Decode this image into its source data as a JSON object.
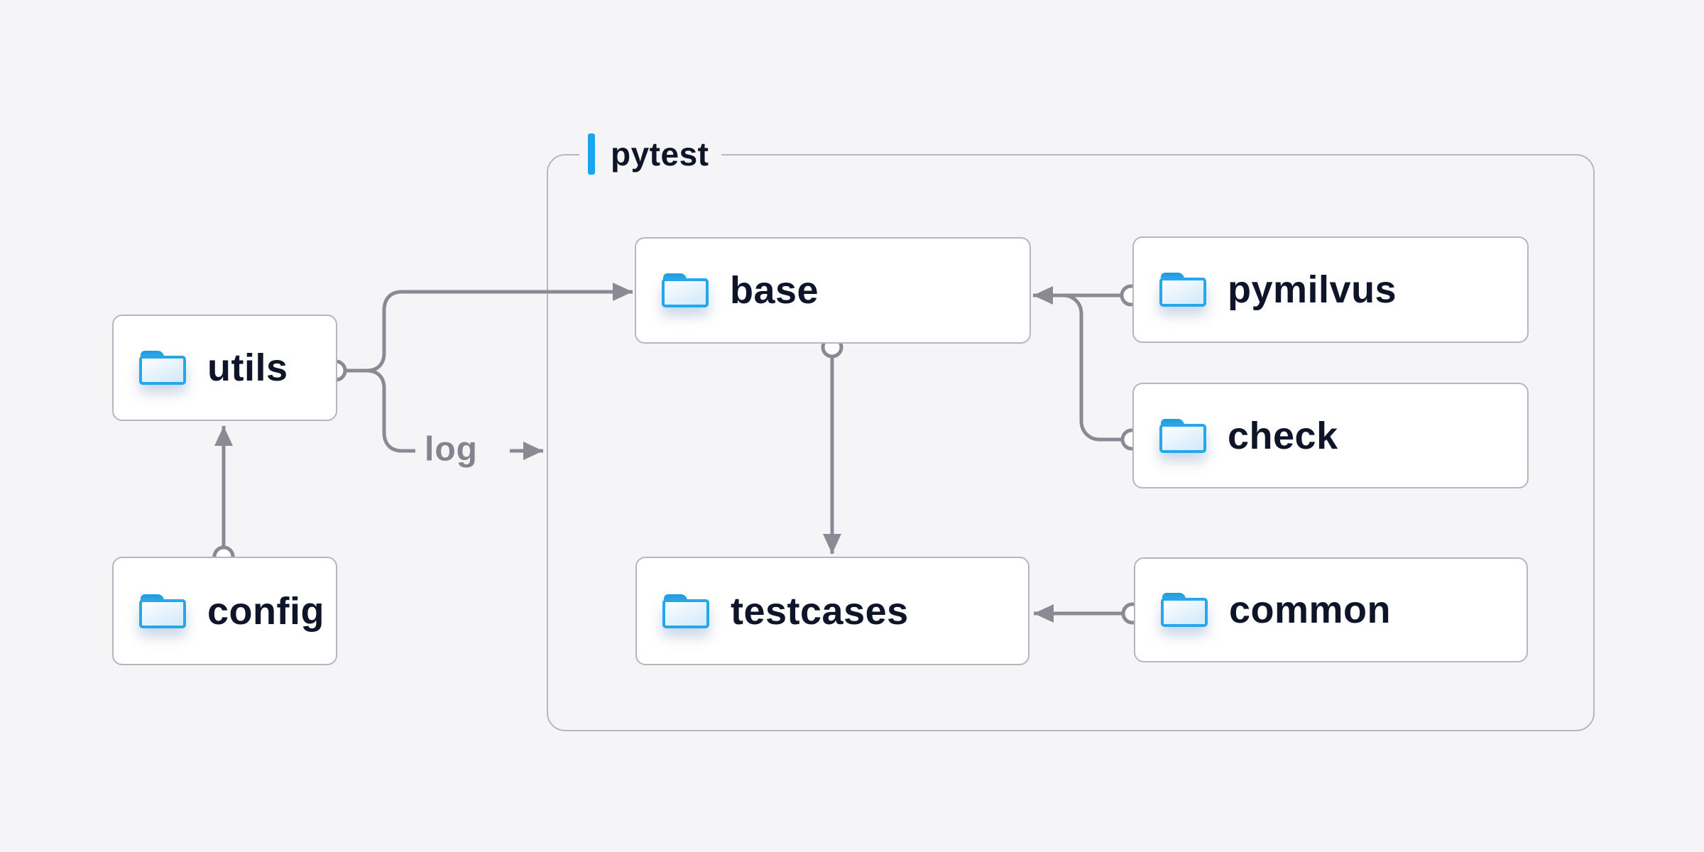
{
  "diagram": {
    "title_group": {
      "label": "pytest"
    },
    "nodes": [
      {
        "id": "utils",
        "label": "utils"
      },
      {
        "id": "config",
        "label": "config"
      },
      {
        "id": "base",
        "label": "base"
      },
      {
        "id": "pymilvus",
        "label": "pymilvus"
      },
      {
        "id": "check",
        "label": "check"
      },
      {
        "id": "testcases",
        "label": "testcases"
      },
      {
        "id": "common",
        "label": "common"
      }
    ],
    "edges": [
      {
        "from": "config",
        "to": "utils",
        "label": ""
      },
      {
        "from": "utils",
        "to": "base",
        "label": ""
      },
      {
        "from": "utils",
        "to": "pytest",
        "label": "log"
      },
      {
        "from": "pymilvus",
        "to": "base",
        "label": ""
      },
      {
        "from": "check",
        "to": "base",
        "label": ""
      },
      {
        "from": "base",
        "to": "testcases",
        "label": ""
      },
      {
        "from": "common",
        "to": "testcases",
        "label": ""
      }
    ],
    "colors": {
      "background": "#f5f5f7",
      "node_background": "#ffffff",
      "border": "#b6b6c2",
      "connector": "#8a8a95",
      "accent": "#16a7ef",
      "label_text": "#0e1528",
      "edge_label_text": "#84848e",
      "folder_blue": "#29a9ea"
    }
  }
}
